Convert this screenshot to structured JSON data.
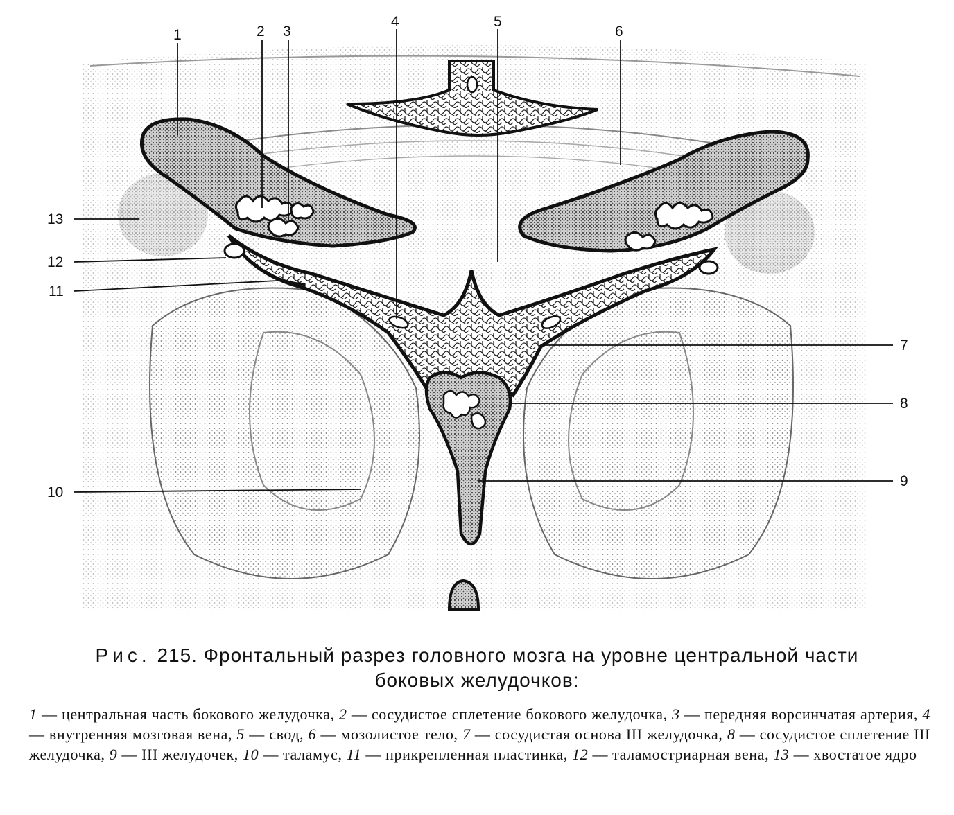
{
  "labels": [
    "1",
    "2",
    "3",
    "4",
    "5",
    "6",
    "7",
    "8",
    "9",
    "10",
    "11",
    "12",
    "13"
  ],
  "caption": {
    "prefix": "Рис.",
    "number": "215.",
    "title_line1": "Фронтальный разрез головного мозга на уровне центральной части",
    "title_line2": "боковых желудочков:"
  },
  "legend": [
    {
      "n": "1",
      "text": "центральная часть бокового желудочка,"
    },
    {
      "n": "2",
      "text": "сосудистое сплетение бокового желудочка,"
    },
    {
      "n": "3",
      "text": "передняя ворсинчатая артерия,"
    },
    {
      "n": "4",
      "text": "внутренняя мозговая вена,"
    },
    {
      "n": "5",
      "text": "свод,"
    },
    {
      "n": "6",
      "text": "мозолистое тело,"
    },
    {
      "n": "7",
      "text": "сосудистая основа III желудочка,"
    },
    {
      "n": "8",
      "text": "сосудистое сплетение III желудочка,"
    },
    {
      "n": "9",
      "text": "III желудочек,"
    },
    {
      "n": "10",
      "text": "таламус,"
    },
    {
      "n": "11",
      "text": "прикрепленная пластинка,"
    },
    {
      "n": "12",
      "text": "таламостриарная вена,"
    },
    {
      "n": "13",
      "text": "хвостатое ядро"
    }
  ],
  "colors": {
    "ink": "#111111",
    "paper": "#ffffff",
    "stipple": "#9a9a9a",
    "ventricle": "#6e6e6e"
  }
}
